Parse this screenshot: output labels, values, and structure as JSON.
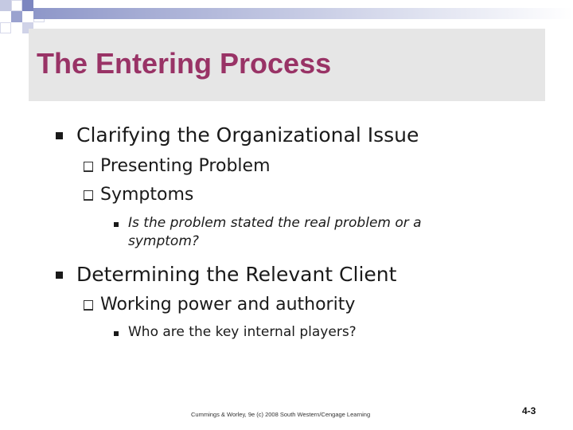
{
  "slide": {
    "title": "The Entering Process",
    "sections": [
      {
        "heading": "Clarifying the Organizational Issue",
        "items": [
          {
            "label": "Presenting Problem"
          },
          {
            "label": "Symptoms",
            "sub": [
              "Is the problem stated the real problem or a",
              "symptom?"
            ]
          }
        ]
      },
      {
        "heading": "Determining the Relevant Client",
        "items": [
          {
            "label": "Working power and authority",
            "sub": [
              "Who are the key internal players?"
            ]
          }
        ]
      }
    ],
    "footer": "Cummings & Worley, 9e (c) 2008 South Western/Cengage Learning",
    "page_number": "4-3"
  },
  "colors": {
    "title": "#993366",
    "title_band": "#e6e6e6",
    "accent": "#8e97c9"
  }
}
